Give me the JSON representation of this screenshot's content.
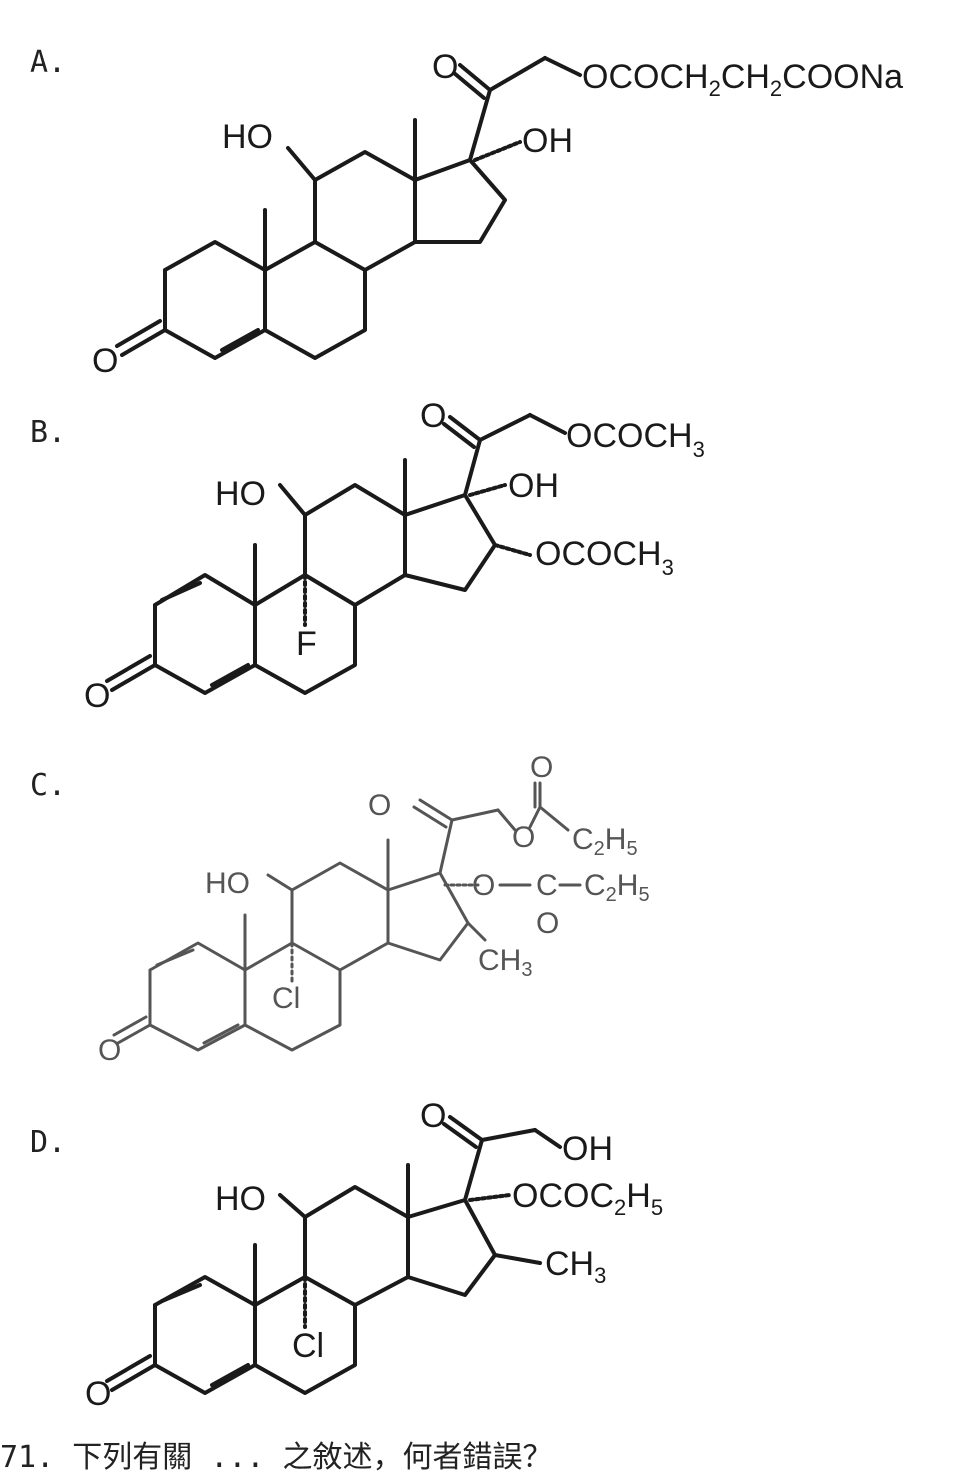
{
  "options": [
    {
      "label": "A.",
      "labels": {
        "o_ketone": "O",
        "chain": "OCOCH",
        "sub2a": "2",
        "ch": "CH",
        "sub2b": "2",
        "tail": "COONa",
        "ho": "HO",
        "oh": "OH",
        "o3": "O"
      }
    },
    {
      "label": "B.",
      "labels": {
        "o_ketone": "O",
        "ester": "OCOCH",
        "sub3": "3",
        "ho": "HO",
        "oh": "OH",
        "ester2": "OCOCH",
        "sub3b": "3",
        "f": "F",
        "o3": "O"
      }
    },
    {
      "label": "C.",
      "labels": {
        "o_top": "O",
        "o_ketone": "O",
        "o_link": "O",
        "c2h5": "C",
        "sub2": "2",
        "h5": "H",
        "sub5": "5",
        "ho": "HO",
        "o_link2": "O",
        "c": "C",
        "c2h5b": "C",
        "sub2b": "2",
        "h5b": "H",
        "sub5b": "5",
        "o_bottom": "O",
        "ch3": "CH",
        "sub3": "3",
        "cl": "Cl",
        "o3": "O"
      }
    },
    {
      "label": "D.",
      "labels": {
        "o_ketone": "O",
        "oh": "OH",
        "ester": "OCOC",
        "sub2": "2",
        "h5": "H",
        "sub5": "5",
        "ho": "HO",
        "ch3": "CH",
        "sub3": "3",
        "cl": "Cl",
        "o3": "O"
      }
    }
  ],
  "question": "71. 下列有關 ... 之敘述，何者錯誤？"
}
